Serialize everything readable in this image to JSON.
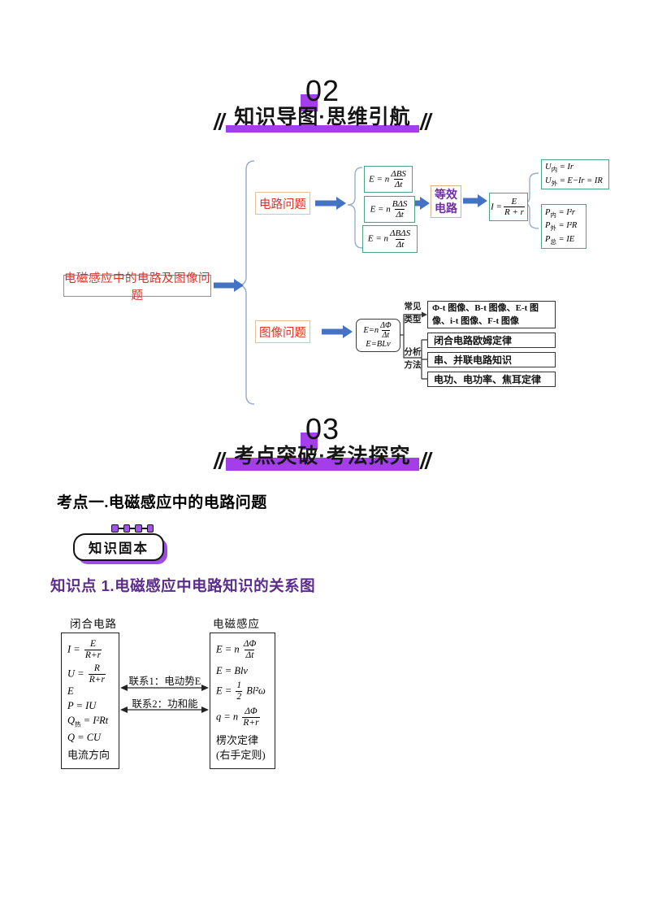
{
  "colors": {
    "accent_purple": "#a43ee8",
    "heading_purple": "#5b2d8a",
    "map_red_text": "#d9352a",
    "tan_border": "#e2c19c",
    "teal_border": "#4aa183",
    "arrow_blue": "#4472c4",
    "brace_blue": "#9badd0",
    "equiv_purple": "#7030a0"
  },
  "section02": {
    "number": "02",
    "title": "知识导图·思维引航"
  },
  "section03": {
    "number": "03",
    "title": "考点突破·考法探究"
  },
  "mindmap": {
    "root": "电磁感应中的电路及图像问题",
    "circuit": {
      "label": "电路问题",
      "f1": {
        "pre": "E = n",
        "num": "ΔBS",
        "den": "Δt"
      },
      "f2": {
        "pre": "E = n",
        "num": "BΔS",
        "den": "Δt"
      },
      "f3": {
        "pre": "E = n",
        "num": "ΔBΔS",
        "den": "Δt"
      },
      "equivalent": {
        "line1": "等效",
        "line2": "电路"
      },
      "ohm": {
        "pre": "I =",
        "num": "E",
        "den": "R + r"
      },
      "voltage": {
        "l1": {
          "pre": "U",
          "sub": "内",
          "post": " = Ir"
        },
        "l2": {
          "pre": "U",
          "sub": "外",
          "post": " = E−Ir = IR"
        }
      },
      "power": {
        "l1": {
          "pre": "P",
          "sub": "内",
          "post": " = I²r"
        },
        "l2": {
          "pre": "P",
          "sub": "外",
          "post": " = I²R"
        },
        "l3": {
          "pre": "P",
          "sub": "总",
          "post": " = IE"
        }
      }
    },
    "graph": {
      "label": "图像问题",
      "formula": {
        "pre": "E=n",
        "num": "ΔΦ",
        "den": "Δt",
        "line2": "E=BLv"
      },
      "types_label_1": "常见",
      "types_label_2": "类型",
      "types": "Φ-t 图像、B-t 图像、E-t 图像、i-t 图像、F-t 图像",
      "methods_label_1": "分析",
      "methods_label_2": "方法",
      "methods": [
        "闭合电路欧姆定律",
        "串、并联电路知识",
        "电功、电功率、焦耳定律"
      ]
    }
  },
  "kaodian": {
    "heading": "考点一.电磁感应中的电路问题",
    "badge": "知识固本",
    "zhishidian": "知识点 1.电磁感应中电路知识的关系图"
  },
  "relation": {
    "left_title": "闭合电路",
    "right_title": "电磁感应",
    "left": {
      "f1": {
        "pre": "I = ",
        "num": "E",
        "den": "R+r"
      },
      "f2": {
        "pre": "U = ",
        "num": "R",
        "den": "R+r",
        "post": " E"
      },
      "f3": "P = IU",
      "f4": {
        "pre": "Q",
        "sub": "热",
        "post": " = I²Rt"
      },
      "f5": "Q = CU",
      "f6": "电流方向"
    },
    "right": {
      "f1": {
        "pre": "E = n ",
        "num": "ΔΦ",
        "den": "Δt"
      },
      "f2": "E = Blv",
      "f3": {
        "pre": "E = ",
        "num": "1",
        "den": "2",
        "post": " Bl²ω"
      },
      "f4": {
        "pre": "q = n ",
        "num": "ΔΦ",
        "den": "R+r"
      },
      "f5": "楞次定律",
      "f6": "(右手定则)"
    },
    "link1": "联系1：电动势E",
    "link2": "联系2：功和能"
  }
}
